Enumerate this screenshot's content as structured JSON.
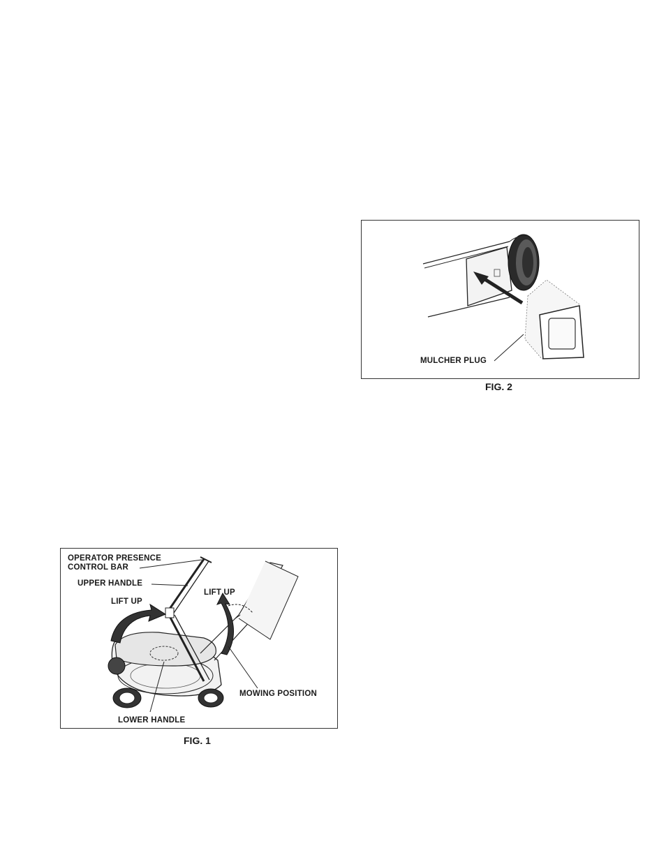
{
  "figure_1": {
    "caption": "FIG. 1",
    "labels": {
      "operator_presence_line1": "OPERATOR PRESENCE",
      "operator_presence_line2": "CONTROL BAR",
      "upper_handle": "UPPER HANDLE",
      "lift_up_left": "LIFT UP",
      "lift_up_right": "LIFT UP",
      "mowing_position": "MOWING POSITION",
      "lower_handle": "LOWER HANDLE"
    }
  },
  "figure_2": {
    "caption": "FIG. 2",
    "labels": {
      "mulcher_plug": "MULCHER PLUG"
    }
  }
}
